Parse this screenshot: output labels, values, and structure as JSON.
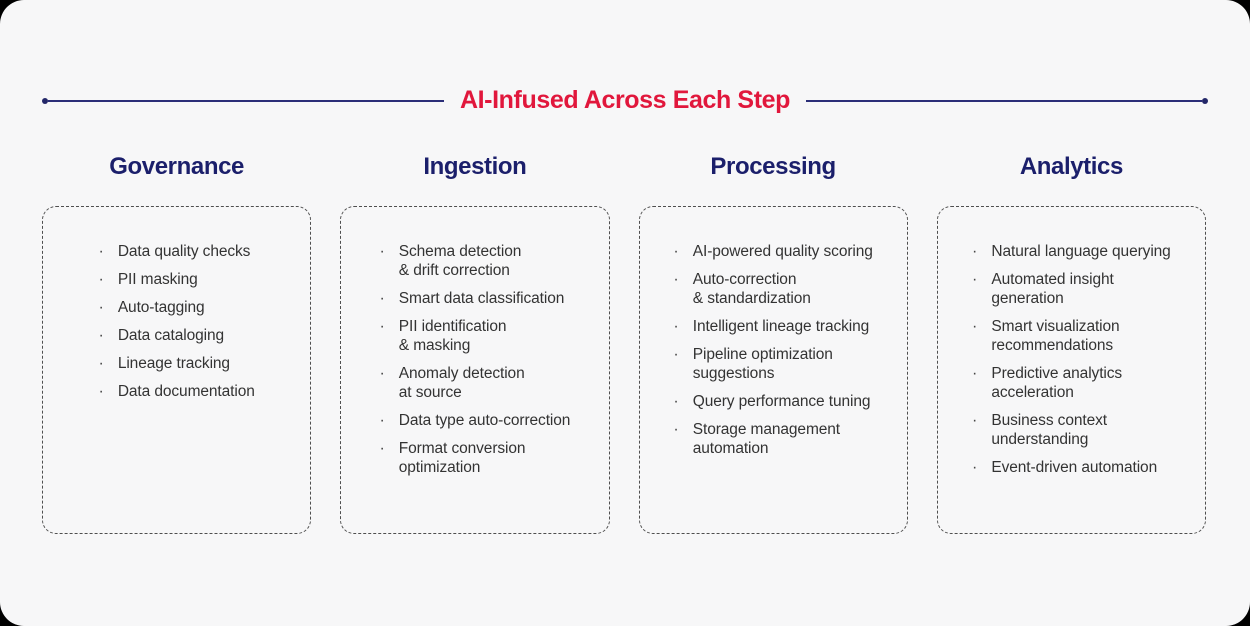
{
  "page": {
    "outer_background": "#000000",
    "card_background": "#F7F7F8",
    "accent_red": "#E1173C",
    "header_navy": "#1B1F6B",
    "rule_navy": "#2B2E78",
    "body_text_color": "#333333",
    "dashed_border_color": "#4F4F4F"
  },
  "title": {
    "text": "AI-Infused Across Each Step"
  },
  "columns": [
    {
      "header": "Governance",
      "items": [
        "Data quality checks",
        "PII masking",
        "Auto-tagging",
        "Data cataloging",
        "Lineage tracking",
        "Data documentation"
      ]
    },
    {
      "header": "Ingestion",
      "items": [
        "Schema detection\n& drift correction",
        "Smart data classification",
        "PII identification\n& masking",
        "Anomaly detection\nat source",
        "Data type auto-correction",
        "Format conversion\noptimization"
      ]
    },
    {
      "header": "Processing",
      "items": [
        "AI-powered quality scoring",
        "Auto-correction\n& standardization",
        "Intelligent lineage tracking",
        "Pipeline optimization\nsuggestions",
        "Query performance tuning",
        "Storage management\nautomation"
      ]
    },
    {
      "header": "Analytics",
      "items": [
        "Natural language querying",
        "Automated insight\ngeneration",
        "Smart visualization\nrecommendations",
        "Predictive analytics\nacceleration",
        "Business context\nunderstanding",
        "Event-driven automation"
      ]
    }
  ]
}
